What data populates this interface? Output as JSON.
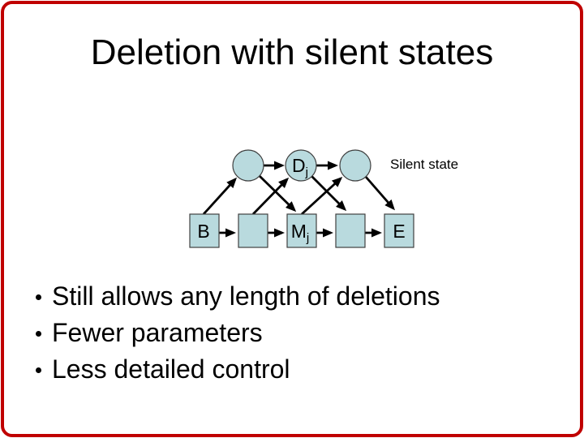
{
  "frame": {
    "border_color": "#c00000"
  },
  "slide": {
    "title": "Deletion with silent states",
    "bullets": [
      "Still allows any length of deletions",
      "Fewer parameters",
      "Less detailed control"
    ]
  },
  "diagram": {
    "annotation_label": "Silent state",
    "nodes": {
      "begin_label": "B",
      "delete_label_base": "D",
      "delete_label_sub": "j",
      "match_label_base": "M",
      "match_label_sub": "j",
      "end_label": "E"
    },
    "colors": {
      "node_fill": "#b9dade",
      "node_stroke": "#404040",
      "arrow_color": "#000000"
    }
  }
}
